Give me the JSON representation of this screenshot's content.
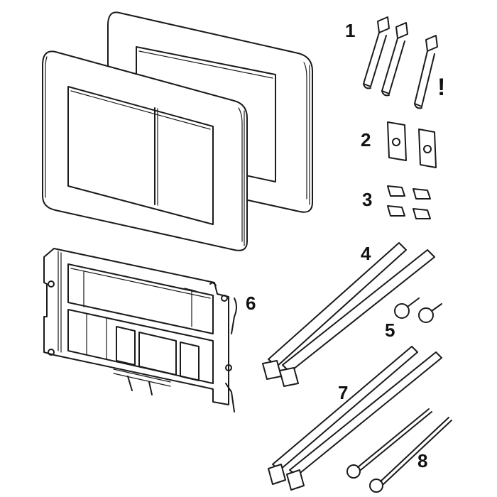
{
  "labels": {
    "clips": "1",
    "nuts": "2",
    "caps": "3",
    "rods": "4",
    "screws": "5",
    "frame": "6",
    "threaded_rods": "7",
    "long_screws": "8",
    "warning": "!"
  }
}
